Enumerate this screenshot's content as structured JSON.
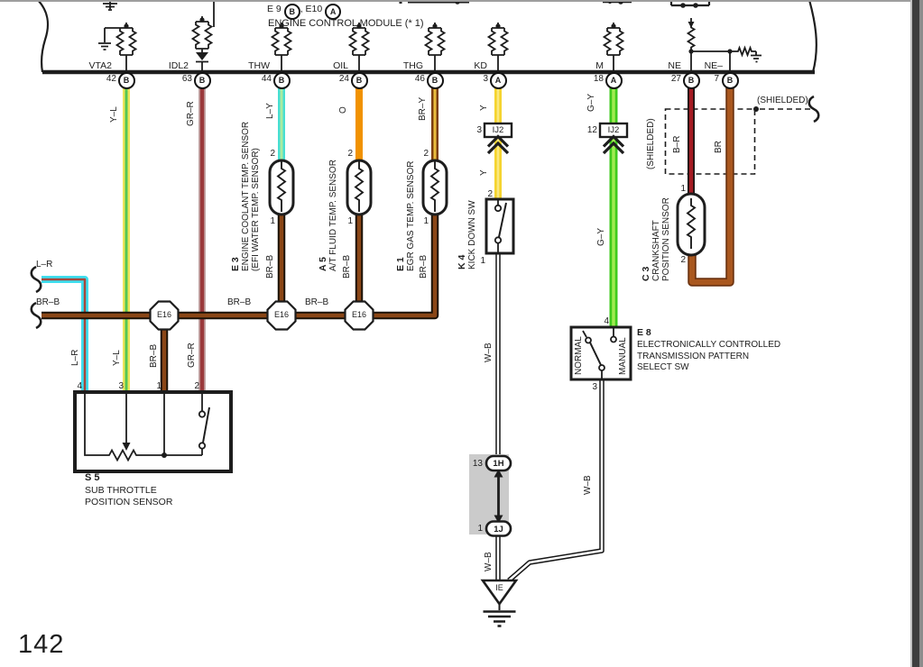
{
  "page": {
    "number": "142"
  },
  "ecm": {
    "header": {
      "id1": "E 9",
      "conn1": "B",
      "id2": ", E10",
      "conn2": "A"
    },
    "title": "ENGINE CONTROL MODULE (* 1)",
    "pins": [
      {
        "label": "VTA2",
        "num": "42",
        "conn": "B",
        "wire": "Y–L"
      },
      {
        "label": "IDL2",
        "num": "63",
        "conn": "B",
        "wire": "GR–R"
      },
      {
        "label": "THW",
        "num": "44",
        "conn": "B",
        "wire": "L–Y"
      },
      {
        "label": "OIL",
        "num": "24",
        "conn": "B",
        "wire": "O"
      },
      {
        "label": "THG",
        "num": "46",
        "conn": "B",
        "wire": "BR–Y"
      },
      {
        "label": "KD",
        "num": "3",
        "conn": "A",
        "wire": "Y"
      },
      {
        "label": "M",
        "num": "18",
        "conn": "A",
        "wire": "G–Y"
      },
      {
        "label": "NE",
        "num": "27",
        "conn": "B",
        "wire": "B–R"
      },
      {
        "label": "NE–",
        "num": "7",
        "conn": "B",
        "wire": "BR"
      }
    ]
  },
  "components": {
    "e3": {
      "id": "E 3",
      "name": "ENGINE COOLANT TEMP. SENSOR\n(EFI WATER TEMP. SENSOR)",
      "pin_top": "2",
      "pin_bottom": "1",
      "wire_below": "BR–B"
    },
    "a5": {
      "id": "A 5",
      "name": "A/T FLUID TEMP. SENSOR",
      "pin_top": "2",
      "pin_bottom": "1",
      "wire_below": "BR–B"
    },
    "e1": {
      "id": "E 1",
      "name": "EGR GAS TEMP. SENSOR",
      "pin_top": "2",
      "pin_bottom": "1",
      "wire_below": "BR–B"
    },
    "k4": {
      "id": "K 4",
      "name": "KICK DOWN SW",
      "pin_top": "2",
      "pin_bottom": "1",
      "wire_above": "Y",
      "wire_below": "W–B"
    },
    "e8": {
      "id": "E 8",
      "name": "ELECTRONICALLY CONTROLLED\nTRANSMISSION PATTERN\nSELECT SW",
      "pos_left": "NORMAL",
      "pos_right": "MANUAL",
      "pin_top": "4",
      "pin_bottom": "3",
      "wire_above": "G–Y",
      "wire_below": "W–B"
    },
    "c3": {
      "id": "C 3",
      "name": "CRANKSHAFT\nPOSITION SENSOR",
      "pin_top": "1",
      "pin_bottom": "2",
      "wire_left": "B–R",
      "wire_right": "BR"
    },
    "s5": {
      "id": "S 5",
      "name": "SUB THROTTLE\nPOSITION SENSOR",
      "pin1": "4",
      "pin2": "3",
      "pin3": "1",
      "pin4": "2",
      "wire1": "L–R",
      "wire2": "Y–L",
      "wire3": "BR–B",
      "wire4": "GR–R"
    }
  },
  "junctions": {
    "e16": "E16",
    "ij2_label": "IJ2",
    "ij2_left_num": "3",
    "ij2_right_num": "12",
    "h1_num": "13",
    "h1_label": "1H",
    "j1_num": "1",
    "j1_label": "1J",
    "ground_label": "IE"
  },
  "labels": {
    "shielded_v": "(SHIELDED)",
    "shielded_h": "(SHIELDED)",
    "lr_h": "L–R",
    "brb_bus1": "BR–B",
    "brb_bus2": "BR–B",
    "brb_bus3": "BR–B",
    "wb_k4": "W–B",
    "wb_e8": "W–B",
    "wb_ground": "W–B"
  },
  "colors": {
    "yl_edge": "#EDE55A",
    "yl_core": "#54C654",
    "grr_edge": "#C4A8A8",
    "grr_core": "#9A393B",
    "ly_edge": "#48DFD2",
    "ly_core": "#ABEBA0",
    "orange": "#F19200",
    "bry_edge": "#7B3E10",
    "bry_core": "#EBBE3E",
    "y_base": "#F5D42F",
    "y_core": "#FAE87E",
    "gy_edge": "#3FCB1D",
    "gy_core": "#A2EB52",
    "br_r_edge": "#151515",
    "br_r_core": "#A31B22",
    "br_edge": "#6E3410",
    "br_core": "#A9571E",
    "brb_edge": "#1A1208",
    "brb_core": "#8A4616",
    "lr_edge": "#3EDFEF",
    "lr_core": "#A8473C",
    "wb_edge": "#161616",
    "wb_core": "#FFFFFF",
    "junction_shade": "#CBCBCB"
  }
}
